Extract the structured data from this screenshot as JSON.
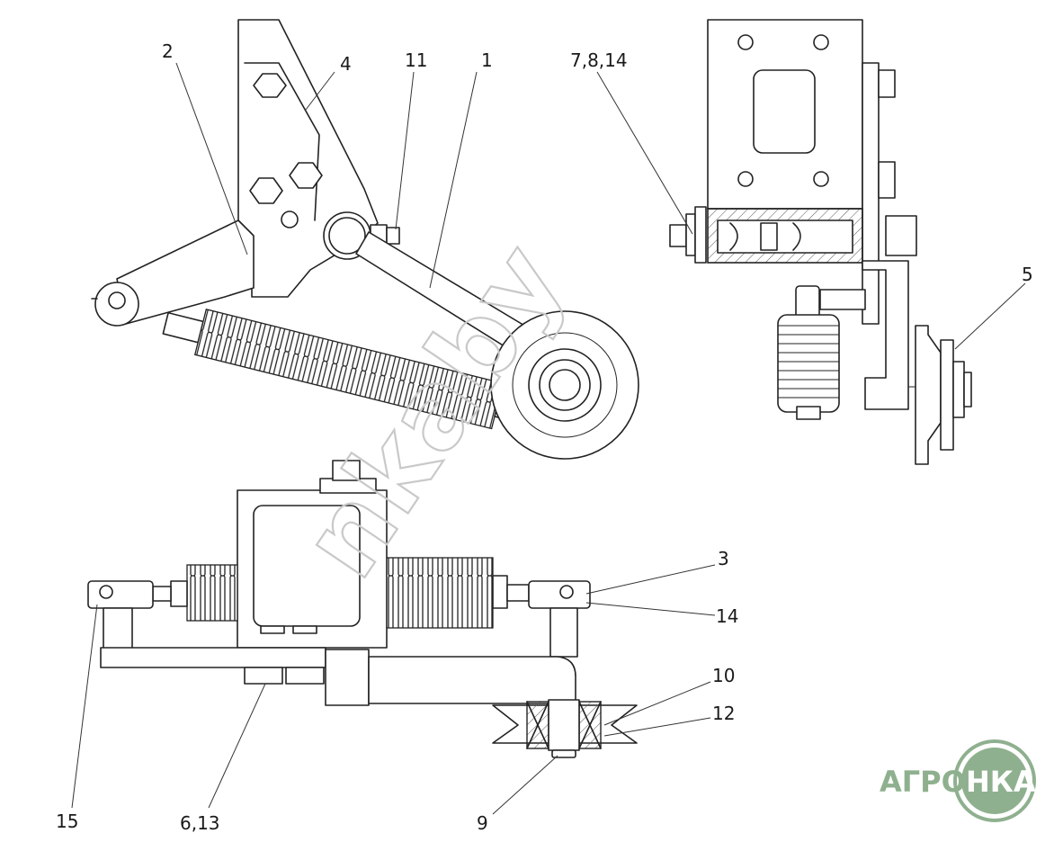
{
  "callouts": {
    "c1": "1",
    "c2": "2",
    "c3": "3",
    "c4": "4",
    "c5": "5",
    "c6_13": "6,13",
    "c7_8_14": "7,8,14",
    "c9": "9",
    "c10": "10",
    "c11": "11",
    "c12": "12",
    "c14": "14",
    "c15": "15"
  },
  "watermark": "nkaby",
  "logo": {
    "left_text": "АГРО",
    "right_text": "НКА",
    "color": "#8fb08f"
  },
  "colors": {
    "line": "#222222",
    "background": "#ffffff",
    "watermark": "#c9c9c9"
  }
}
